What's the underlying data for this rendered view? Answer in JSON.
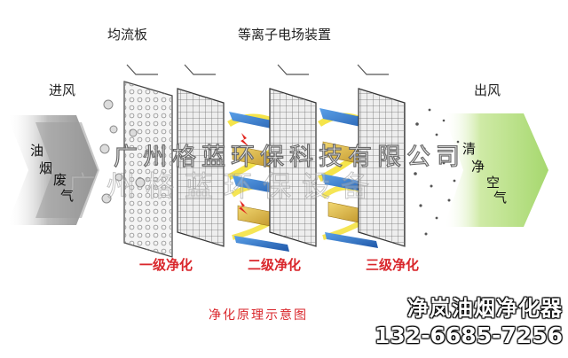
{
  "labels": {
    "flow_plate": "均流板",
    "plasma_device": "等离子电场装置",
    "inlet": "进风",
    "outlet": "出风",
    "stage1": "一级净化",
    "stage2": "二级净化",
    "stage3": "三级净化",
    "caption": "净化原理示意图"
  },
  "inlet_text": [
    "油",
    "烟",
    "废",
    "气"
  ],
  "outlet_text": [
    "清",
    "净",
    "空",
    "气"
  ],
  "watermark": {
    "line1": "广州格蓝环保科技有限公司",
    "line2": "广州格蓝环保设备"
  },
  "brand": {
    "product": "净岚油烟净化器",
    "phone": "132-6685-7256"
  },
  "colors": {
    "stage_label": "#d9262b",
    "plate_blue": "#2a6fc7",
    "plate_gold": "#d9b23a",
    "arc_yellow": "#f3df2a",
    "inlet_arrow": "#9a9a9a",
    "outlet_arrow": "#b9e08f"
  },
  "icons": [
    "inlet-arrow-icon",
    "outlet-arrow-icon",
    "particle-icon",
    "spark-icon"
  ]
}
